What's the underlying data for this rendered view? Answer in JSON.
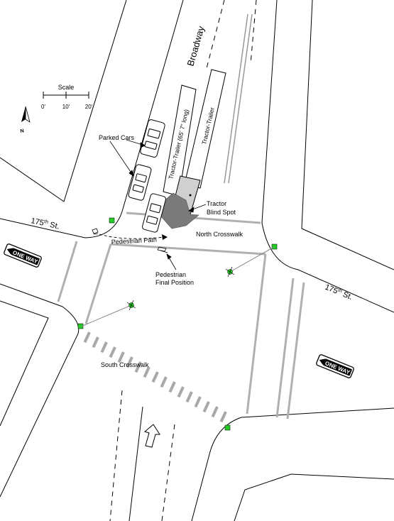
{
  "labels": {
    "street_broadway": "Broadway",
    "street_175_west_num": "175",
    "street_175_west_sup": "th",
    "street_175_west_suffix": " St.",
    "street_175_east_num": "175",
    "street_175_east_sup": "th",
    "street_175_east_suffix": " St.",
    "tractor_trailer_1": "Tractor-Trailer (65' 7\" long)",
    "tractor_trailer_2": "Tractor-Trailer",
    "parked_cars": "Parked Cars",
    "tractor_blind_spot_line1": "Tractor",
    "tractor_blind_spot_line2": "Blind Spot",
    "north_crosswalk": "North Crosswalk",
    "south_crosswalk": "South Crosswalk",
    "pedestrian_path": "Pedestrian Path",
    "pedestrian_final_line1": "Pedestrian",
    "pedestrian_final_line2": "Final Position",
    "one_way_west": "ONE WAY",
    "one_way_east": "ONE WAY",
    "north_arrow": "N"
  },
  "scale_bar": {
    "title": "Scale",
    "ticks": [
      "0'",
      "10'",
      "20'"
    ]
  },
  "colors": {
    "line": "#000000",
    "road_marking": "#b0b0b0",
    "crosswalk": "#a8a8a8",
    "signal": "#22cc22",
    "blind_spot": "#7a7a7a",
    "cab": "#d0d0d0"
  }
}
